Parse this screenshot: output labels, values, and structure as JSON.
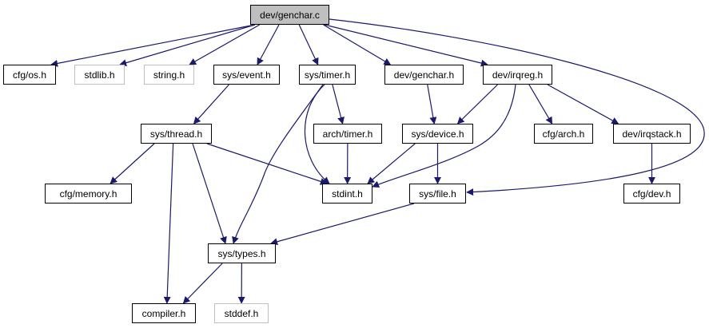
{
  "graph": {
    "nodes": [
      {
        "id": "genchar_c",
        "label": "dev/genchar.c",
        "kind": "root"
      },
      {
        "id": "cfg_os",
        "label": "cfg/os.h",
        "kind": "normal"
      },
      {
        "id": "stdlib",
        "label": "stdlib.h",
        "kind": "external"
      },
      {
        "id": "string",
        "label": "string.h",
        "kind": "external"
      },
      {
        "id": "sys_event",
        "label": "sys/event.h",
        "kind": "normal"
      },
      {
        "id": "sys_timer",
        "label": "sys/timer.h",
        "kind": "normal"
      },
      {
        "id": "dev_genchar_h",
        "label": "dev/genchar.h",
        "kind": "normal"
      },
      {
        "id": "dev_irqreg",
        "label": "dev/irqreg.h",
        "kind": "normal"
      },
      {
        "id": "sys_thread",
        "label": "sys/thread.h",
        "kind": "normal"
      },
      {
        "id": "arch_timer",
        "label": "arch/timer.h",
        "kind": "normal"
      },
      {
        "id": "sys_device",
        "label": "sys/device.h",
        "kind": "normal"
      },
      {
        "id": "cfg_arch",
        "label": "cfg/arch.h",
        "kind": "normal"
      },
      {
        "id": "dev_irqstack",
        "label": "dev/irqstack.h",
        "kind": "normal"
      },
      {
        "id": "cfg_memory",
        "label": "cfg/memory.h",
        "kind": "normal"
      },
      {
        "id": "stdint",
        "label": "stdint.h",
        "kind": "normal"
      },
      {
        "id": "sys_file",
        "label": "sys/file.h",
        "kind": "normal"
      },
      {
        "id": "cfg_dev",
        "label": "cfg/dev.h",
        "kind": "normal"
      },
      {
        "id": "sys_types",
        "label": "sys/types.h",
        "kind": "normal"
      },
      {
        "id": "compiler",
        "label": "compiler.h",
        "kind": "normal"
      },
      {
        "id": "stddef",
        "label": "stddef.h",
        "kind": "external"
      }
    ],
    "edges": [
      {
        "from": "genchar_c",
        "to": "cfg_os"
      },
      {
        "from": "genchar_c",
        "to": "stdlib"
      },
      {
        "from": "genchar_c",
        "to": "string"
      },
      {
        "from": "genchar_c",
        "to": "sys_event"
      },
      {
        "from": "genchar_c",
        "to": "sys_timer"
      },
      {
        "from": "genchar_c",
        "to": "dev_genchar_h"
      },
      {
        "from": "genchar_c",
        "to": "dev_irqreg"
      },
      {
        "from": "genchar_c",
        "to": "sys_file"
      },
      {
        "from": "sys_event",
        "to": "sys_thread"
      },
      {
        "from": "sys_timer",
        "to": "arch_timer"
      },
      {
        "from": "sys_timer",
        "to": "stdint"
      },
      {
        "from": "sys_timer",
        "to": "sys_types"
      },
      {
        "from": "sys_thread",
        "to": "cfg_memory"
      },
      {
        "from": "sys_thread",
        "to": "stdint"
      },
      {
        "from": "sys_thread",
        "to": "sys_types"
      },
      {
        "from": "sys_thread",
        "to": "compiler"
      },
      {
        "from": "arch_timer",
        "to": "stdint"
      },
      {
        "from": "dev_genchar_h",
        "to": "sys_device"
      },
      {
        "from": "dev_irqreg",
        "to": "sys_device"
      },
      {
        "from": "dev_irqreg",
        "to": "stdint"
      },
      {
        "from": "dev_irqreg",
        "to": "cfg_arch"
      },
      {
        "from": "dev_irqreg",
        "to": "dev_irqstack"
      },
      {
        "from": "sys_device",
        "to": "stdint"
      },
      {
        "from": "sys_device",
        "to": "sys_file"
      },
      {
        "from": "dev_irqstack",
        "to": "cfg_dev"
      },
      {
        "from": "sys_file",
        "to": "sys_types"
      },
      {
        "from": "sys_types",
        "to": "compiler"
      },
      {
        "from": "sys_types",
        "to": "stddef"
      }
    ],
    "edge_color": "#191970"
  }
}
